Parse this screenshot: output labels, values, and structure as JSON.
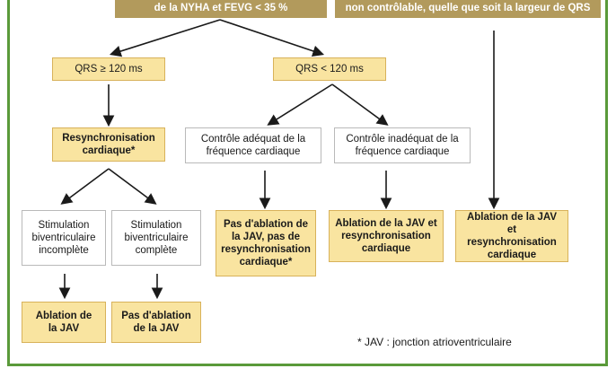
{
  "top_left_box": "de la NYHA et FEVG < 35 %",
  "top_right_box": "non contrôlable, quelle que soit la largeur de QRS",
  "qrs_wide": "QRS ≥ 120 ms",
  "qrs_narrow": "QRS < 120 ms",
  "resync": "Resynchronisation cardiaque*",
  "ctrl_adequate": "Contrôle adéquat de la fréquence cardiaque",
  "ctrl_inadequate": "Contrôle inadéquat de la fréquence cardiaque",
  "stim_incomplete": "Stimulation biventriculaire incomplète",
  "stim_complete": "Stimulation biventriculaire complète",
  "no_ablation_no_resync": "Pas d'ablation de la JAV, pas de resynchronisation cardiaque*",
  "ablation_resync_1": "Ablation de la JAV et resynchronisation cardiaque",
  "ablation_resync_2": "Ablation de la JAV et resynchronisation cardiaque",
  "ablation_jav": "Ablation de la JAV",
  "no_ablation_jav": "Pas d'ablation de la JAV",
  "footnote": "* JAV : jonction atrioventriculaire"
}
